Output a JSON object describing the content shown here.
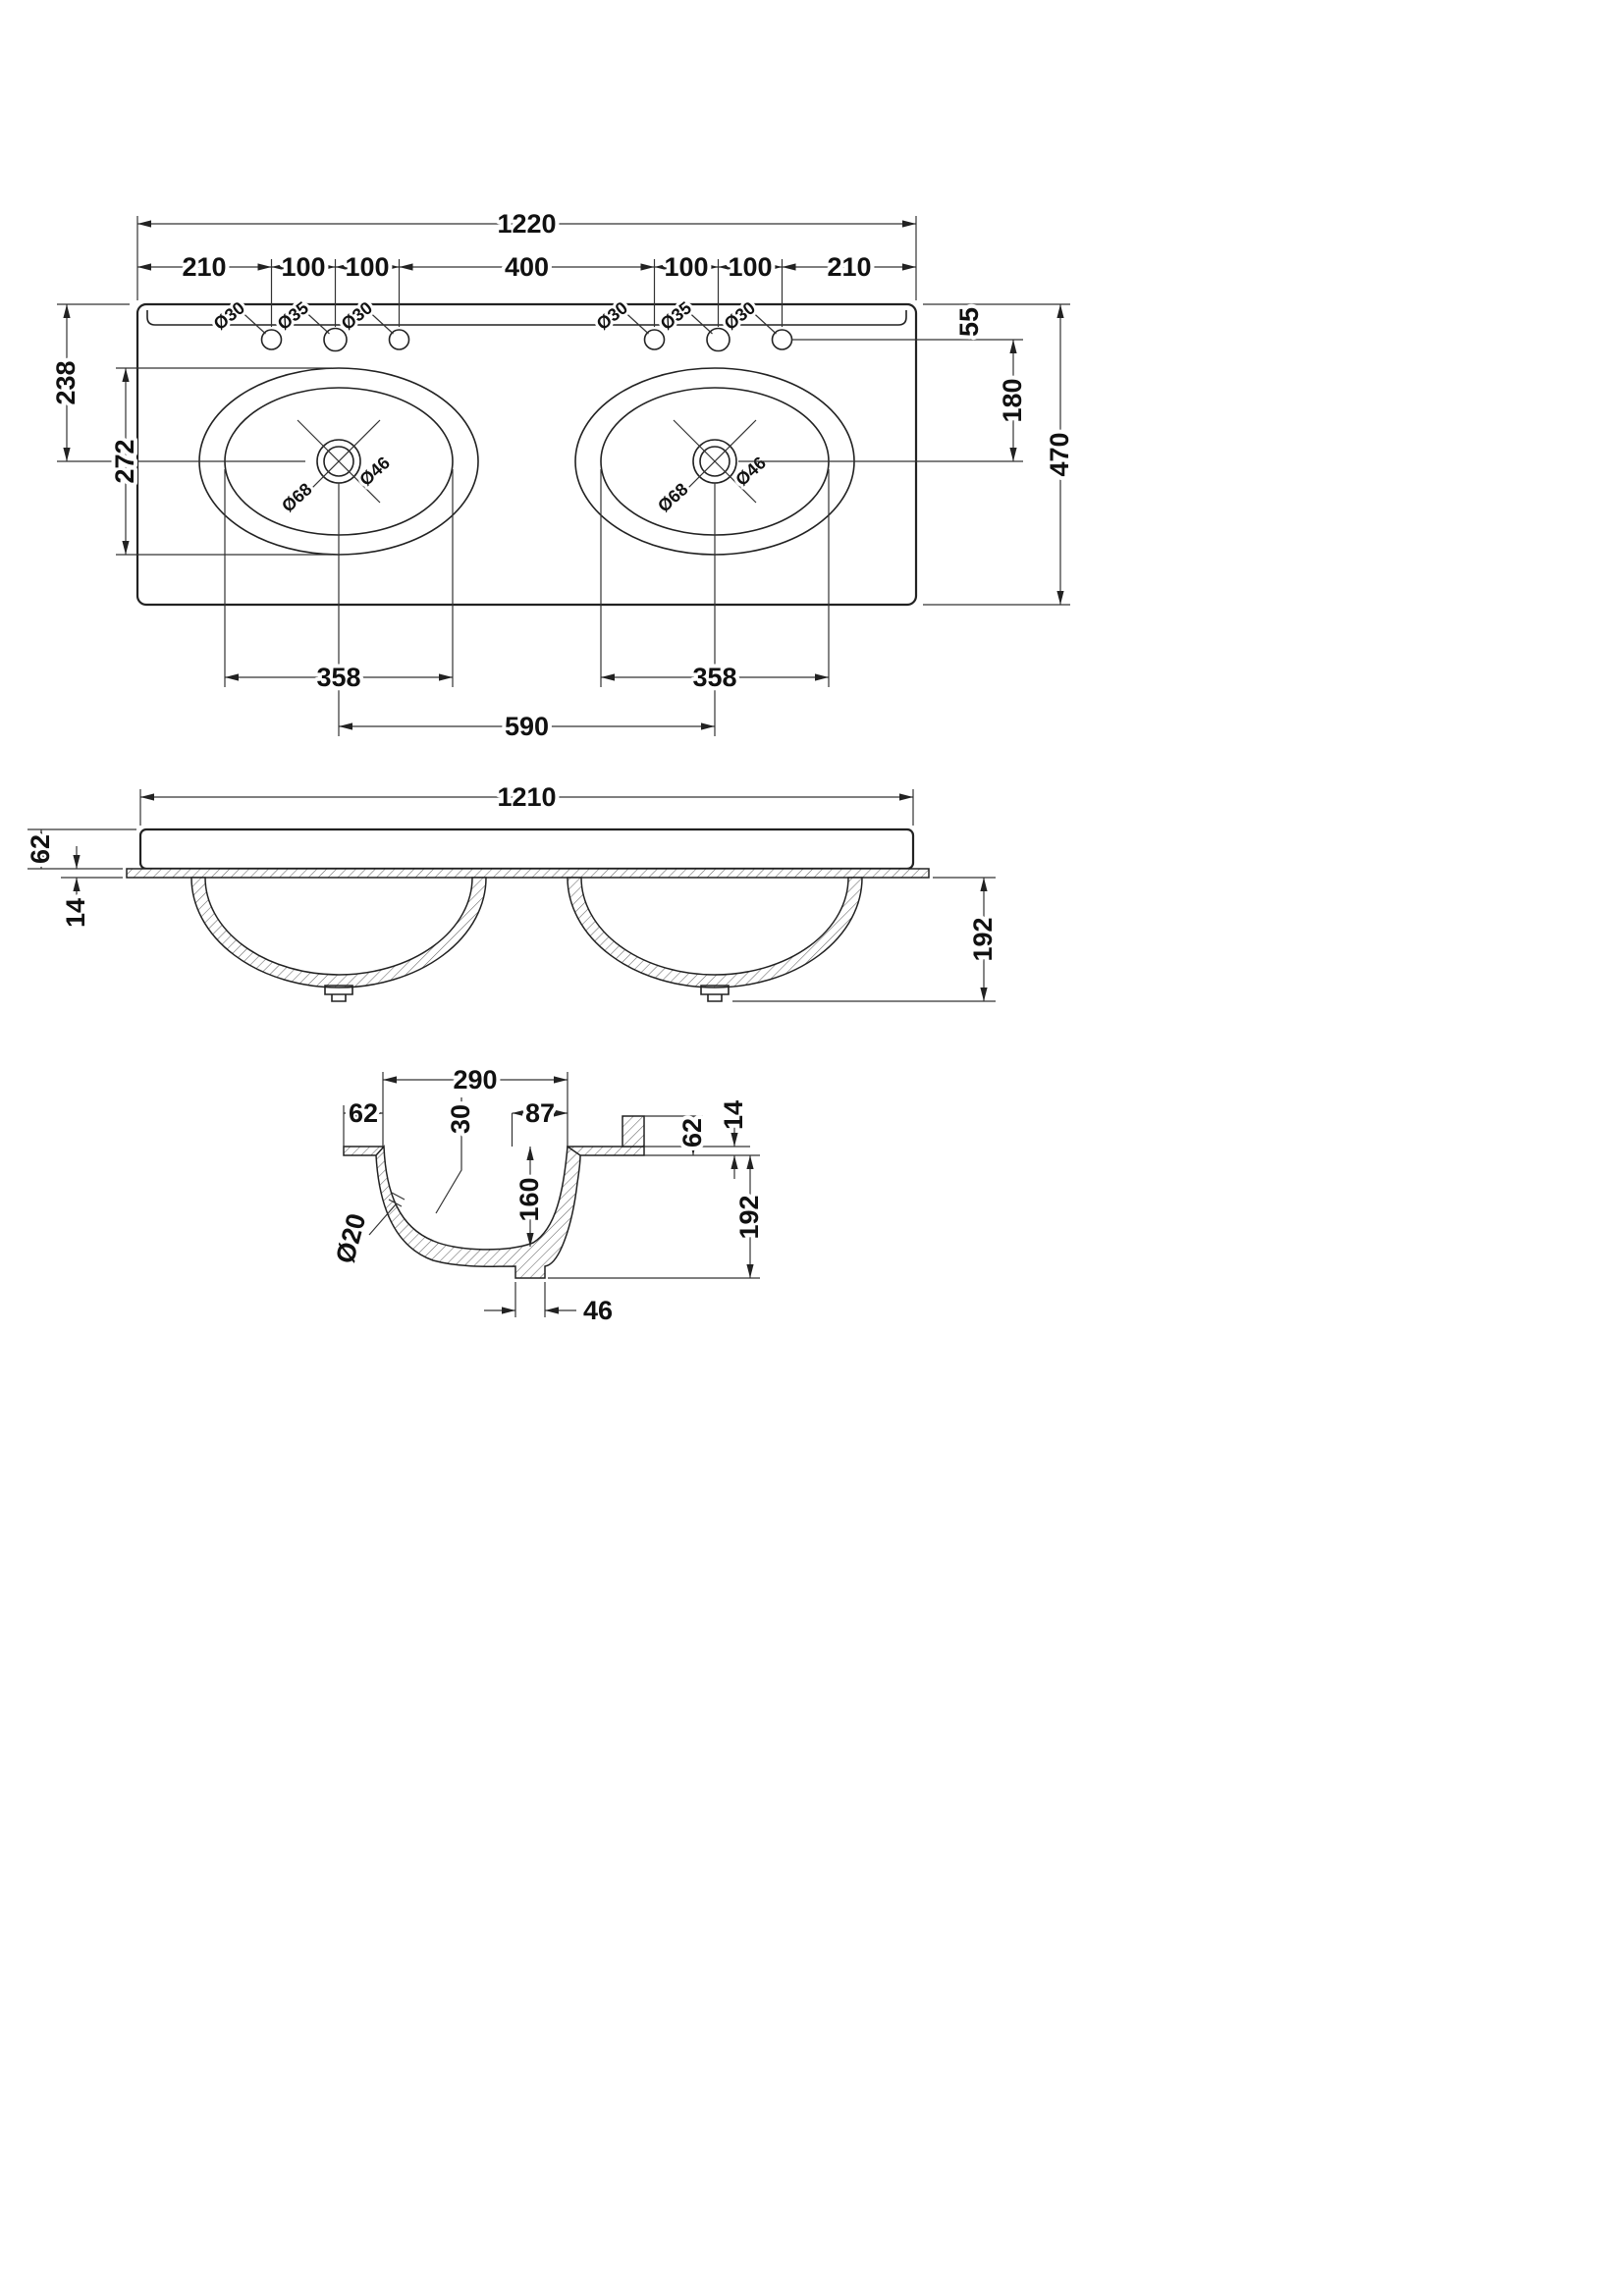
{
  "colors": {
    "ink": "#222222",
    "background": "#ffffff"
  },
  "views": {
    "plan": {
      "overall_width": "1220",
      "top_chain": [
        "210",
        "100",
        "100",
        "400",
        "100",
        "100",
        "210"
      ],
      "tap_holes_left": [
        "Ø30",
        "Ø35",
        "Ø30"
      ],
      "tap_holes_right": [
        "Ø30",
        "Ø35",
        "Ø30"
      ],
      "top_edge_to_tap_holes": "55",
      "tap_holes_to_waste": "180",
      "overall_depth": "470",
      "top_edge_to_waste": "238",
      "bowl_plan_height": "272",
      "bowl_width_left": "358",
      "bowl_width_right": "358",
      "waste_centres": "590",
      "waste_outer_left": "Ø68",
      "waste_inner_left": "Ø46",
      "waste_outer_right": "Ø68",
      "waste_inner_right": "Ø46"
    },
    "front": {
      "overall_width": "1210",
      "top_thickness": "62",
      "rim_thickness": "14",
      "bowl_depth": "192"
    },
    "side": {
      "bowl_opening": "290",
      "front_ledge": "62",
      "offset_a": "30",
      "offset_b": "87",
      "upstand_height": "62",
      "rim_thickness": "14",
      "bowl_inner_depth": "160",
      "bowl_depth": "192",
      "overflow_dia": "Ø20",
      "waste_width": "46"
    }
  }
}
